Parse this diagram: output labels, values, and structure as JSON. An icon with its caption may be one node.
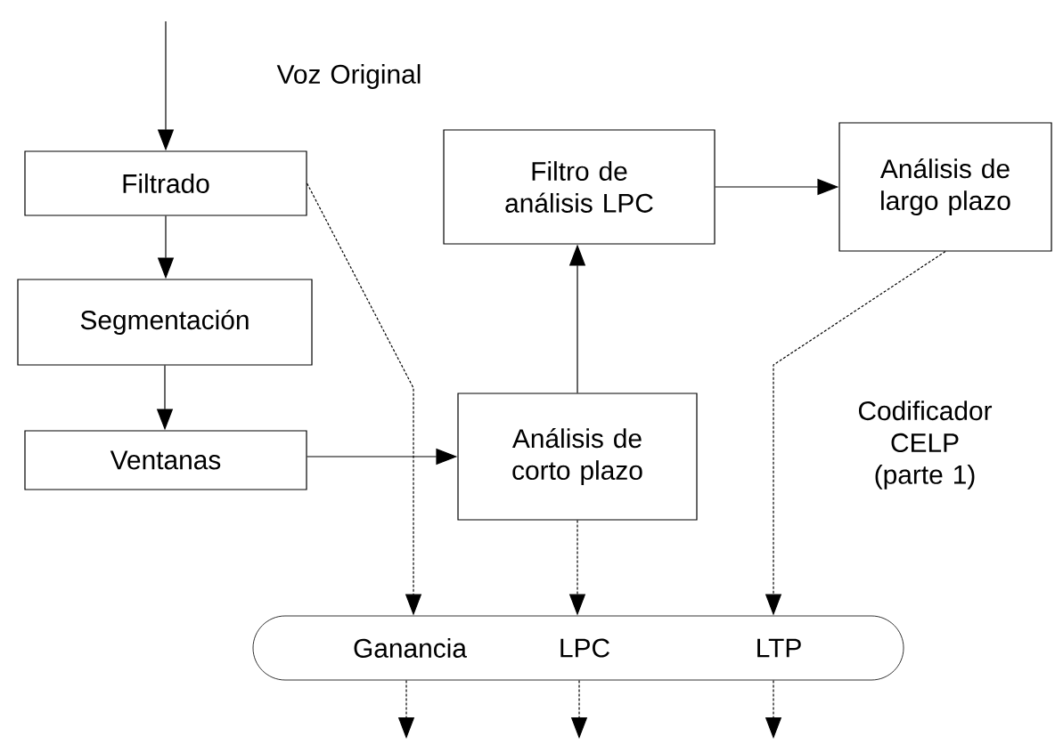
{
  "diagram": {
    "nodes": [
      {
        "text": [
          "Filtrado"
        ]
      },
      {
        "text": [
          "Segmentación"
        ]
      },
      {
        "text": [
          "Ventanas"
        ]
      },
      {
        "text": [
          "Filtro de análisis LPC"
        ]
      },
      {
        "text": [
          "Análisis de largo plazo"
        ]
      },
      {
        "text": [
          "Análisis de corto plazo"
        ]
      },
      {
        "text": [
          "Ganancia",
          "LPC",
          "LTP"
        ]
      }
    ],
    "edges": [
      {
        "from": null,
        "to": 0,
        "arrow": "to"
      },
      {
        "from": 0,
        "to": 1,
        "arrow": "to"
      },
      {
        "from": 1,
        "to": 2,
        "arrow": "to"
      },
      {
        "from": 2,
        "to": 5,
        "arrow": "to"
      },
      {
        "from": 5,
        "to": 3,
        "arrow": "to"
      },
      {
        "from": 3,
        "to": 4,
        "arrow": "to"
      },
      {
        "from": 0,
        "to": 6,
        "arrow": "to",
        "style": "dashed"
      },
      {
        "from": 5,
        "to": 6,
        "arrow": "to",
        "style": "dashed"
      },
      {
        "from": 4,
        "to": 6,
        "arrow": "to",
        "style": "dashed"
      },
      {
        "from": 6,
        "to": null,
        "arrow": "to",
        "style": "dashed"
      },
      {
        "from": 6,
        "to": null,
        "arrow": "to",
        "style": "dashed"
      },
      {
        "from": 6,
        "to": null,
        "arrow": "to",
        "style": "dashed"
      }
    ],
    "labels": [
      "Voz Original",
      "Codificador CELP (parte 1)"
    ]
  }
}
